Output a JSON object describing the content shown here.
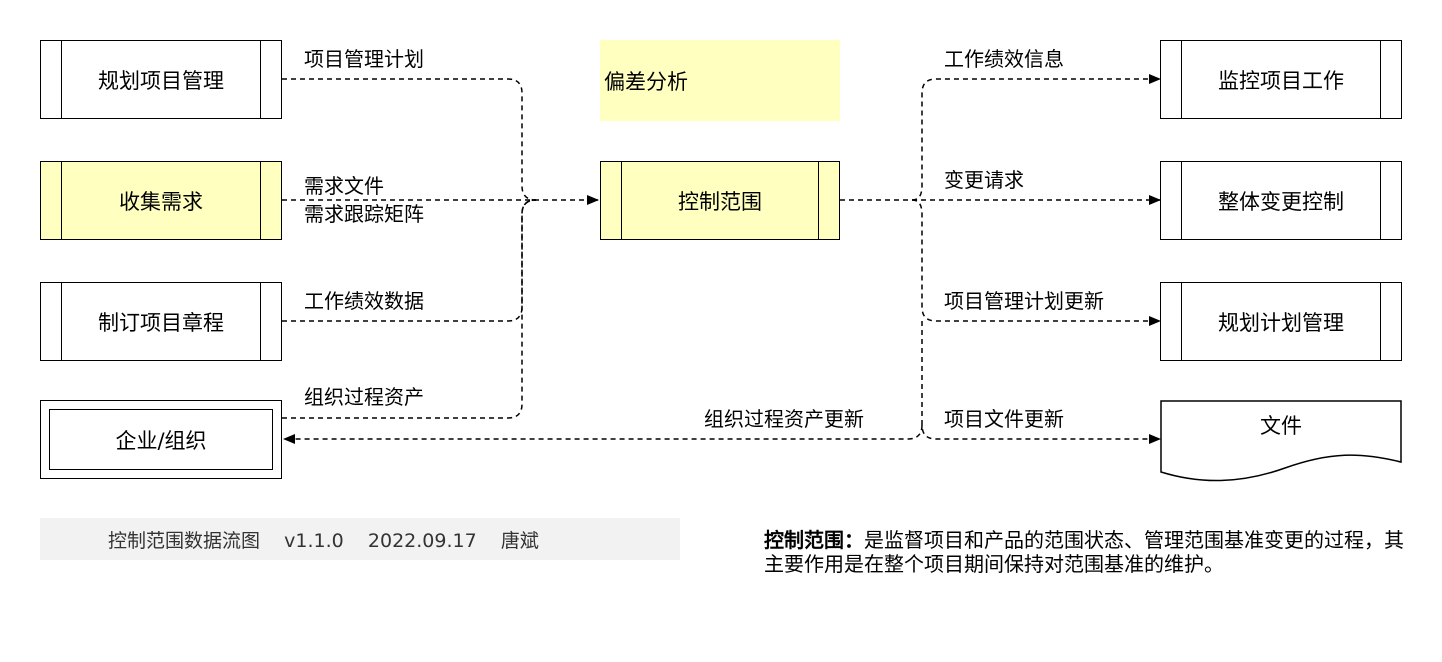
{
  "nodes": {
    "plan_project_management": "规划项目管理",
    "collect_requirements": "收集需求",
    "develop_project_charter": "制订项目章程",
    "enterprise_org": "企业/组织",
    "control_scope": "控制范围",
    "monitor_project_work": "监控项目工作",
    "integrated_change_control": "整体变更控制",
    "plan_plan_management": "规划计划管理",
    "documents": "文件"
  },
  "note": "偏差分析",
  "flows": {
    "pm_plan": "项目管理计划",
    "req_docs": "需求文件",
    "req_trace_matrix": "需求跟踪矩阵",
    "work_perf_data": "工作绩效数据",
    "org_process_assets": "组织过程资产",
    "work_perf_info": "工作绩效信息",
    "change_requests": "变更请求",
    "pm_plan_updates": "项目管理计划更新",
    "project_doc_updates": "项目文件更新",
    "org_process_assets_updates": "组织过程资产更新"
  },
  "footer": "控制范围数据流图    v1.1.0    2022.09.17    唐斌",
  "description": {
    "term": "控制范围：",
    "text": "是监督项目和产品的范围状态、管理范围基准变更的过程，其主要作用是在整个项目期间保持对范围基准的维护。"
  },
  "colors": {
    "highlight": "#ffffc0",
    "line": "#000000",
    "footer_bg": "#f2f2f2"
  }
}
